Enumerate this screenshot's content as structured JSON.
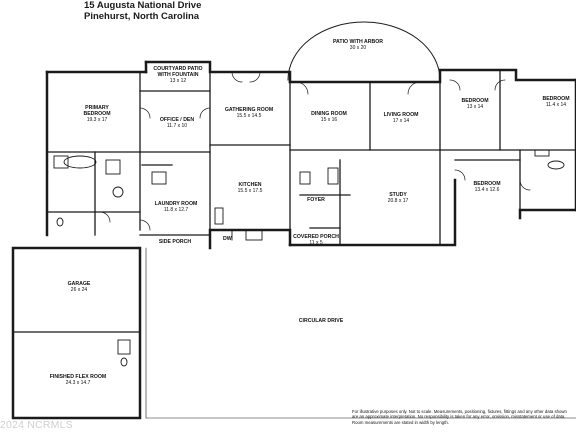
{
  "header": {
    "address": "15 Augusta National Drive",
    "city": "Pinehurst, North Carolina"
  },
  "rooms": {
    "patio": {
      "name": "PATIO WITH ARBOR",
      "dim": "30 x 20"
    },
    "courtyard": {
      "name1": "COURTYARD PATIO",
      "name2": "WITH FOUNTAIN",
      "dim": "13 x 12"
    },
    "primary": {
      "name1": "PRIMARY",
      "name2": "BEDROOM",
      "dim": "19.3 x 17"
    },
    "office": {
      "name": "OFFICE / DEN",
      "dim": "11.7 x 10"
    },
    "gathering": {
      "name": "GATHERING ROOM",
      "dim": "15.5 x 14.5"
    },
    "dining": {
      "name": "DINING ROOM",
      "dim": "15 x 16"
    },
    "living": {
      "name": "LIVING ROOM",
      "dim": "17 x 14"
    },
    "bedroom1": {
      "name": "BEDROOM",
      "dim": "13 x 14"
    },
    "bedroom2": {
      "name": "BEDROOM",
      "dim": "11.4 x 14"
    },
    "bedroom3": {
      "name": "BEDROOM",
      "dim": "13.4 x 12.6"
    },
    "kitchen": {
      "name": "KITCHEN",
      "dim": "15.5 x 17.5"
    },
    "laundry": {
      "name": "LAUNDRY ROOM",
      "dim": "11.8 x 12.7"
    },
    "foyer": {
      "name": "FOYER"
    },
    "study": {
      "name": "STUDY",
      "dim": "20.8 x 17"
    },
    "covered_porch": {
      "name": "COVERED PORCH",
      "dim": "11 x 5"
    },
    "side_porch": {
      "name": "SIDE PORCH"
    },
    "garage": {
      "name": "GARAGE",
      "dim": "26 x 24"
    },
    "flex": {
      "name": "FINISHED FLEX ROOM",
      "dim": "24.3 x 14.7"
    },
    "circular_drive": {
      "name": "CIRCULAR DRIVE"
    },
    "dw": {
      "name": "DW"
    }
  },
  "disclaimer": "For illustrative purposes only. Not to scale. Measurements, positioning, fixtures, fittings and any other data shown are an approximate interpretation. No responsibility is taken for any error, omission, misstatement or use of data. Room measurements are stated in width by length.",
  "watermark": "2024 NCRMLS"
}
